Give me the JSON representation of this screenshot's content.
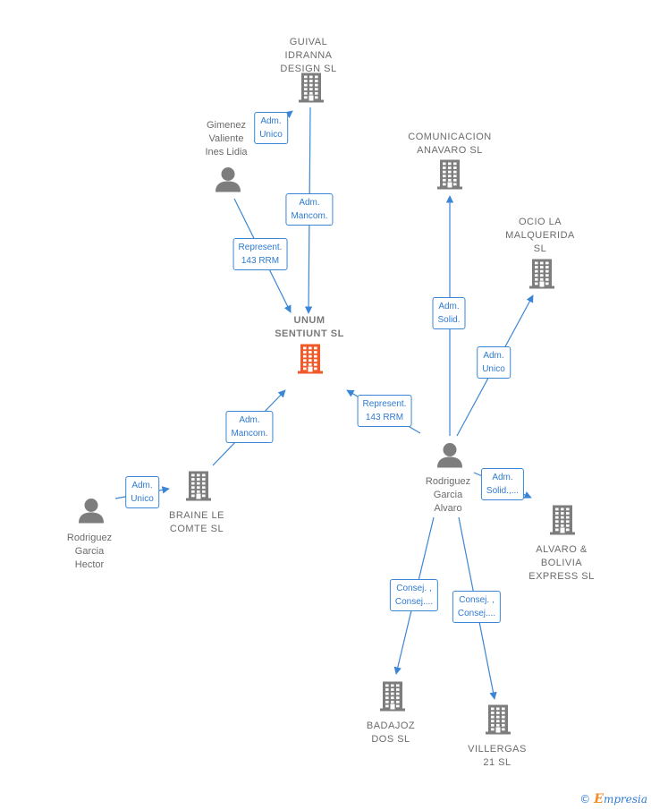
{
  "nodes": {
    "guival": {
      "label": "GUIVAL\nIDRANNA\nDESIGN  SL",
      "kind": "company"
    },
    "gimenez": {
      "label": "Gimenez\nValiente\nInes Lidia",
      "kind": "person"
    },
    "comunicacion": {
      "label": "COMUNICACION\nANAVARO  SL",
      "kind": "company"
    },
    "ocio": {
      "label": "OCIO LA\nMALQUERIDA\nSL",
      "kind": "company"
    },
    "unum": {
      "label": "UNUM\nSENTIUNT  SL",
      "kind": "company-main"
    },
    "rodriguez_alvaro": {
      "label": "Rodriguez\nGarcia\nAlvaro",
      "kind": "person"
    },
    "braine": {
      "label": "BRAINE LE\nCOMTE  SL",
      "kind": "company"
    },
    "rodriguez_hector": {
      "label": "Rodriguez\nGarcia\nHector",
      "kind": "person"
    },
    "alvaro_bolivia": {
      "label": "ALVARO &\nBOLIVIA\nEXPRESS SL",
      "kind": "company"
    },
    "badajoz": {
      "label": "BADAJOZ\nDOS SL",
      "kind": "company"
    },
    "villergas": {
      "label": "VILLERGAS\n21 SL",
      "kind": "company"
    }
  },
  "edges": {
    "gimenez_guival": "Adm.\nUnico",
    "guival_unum": "Adm.\nMancom.",
    "gimenez_unum": "Represent.\n143 RRM",
    "alvaro_comunicacion": "Adm.\nSolid.",
    "alvaro_ocio": "Adm.\nUnico",
    "alvaro_unum": "Represent.\n143 RRM",
    "braine_unum": "Adm.\nMancom.",
    "hector_braine": "Adm.\nUnico",
    "alvaro_bolivia": "Adm.\nSolid.,...",
    "alvaro_badajoz": "Consej. ,\nConsej....",
    "alvaro_villergas": "Consej. ,\nConsej...."
  },
  "colors": {
    "edge": "#3a86d4",
    "company_icon": "#7d7d7d",
    "main_company_icon": "#f05a28",
    "person_icon": "#7d7d7d"
  },
  "icons": {
    "company": "building-icon",
    "person": "person-icon"
  },
  "branding": {
    "copyright_symbol": "©",
    "name_initial": "E",
    "name_rest": "mpresia"
  }
}
